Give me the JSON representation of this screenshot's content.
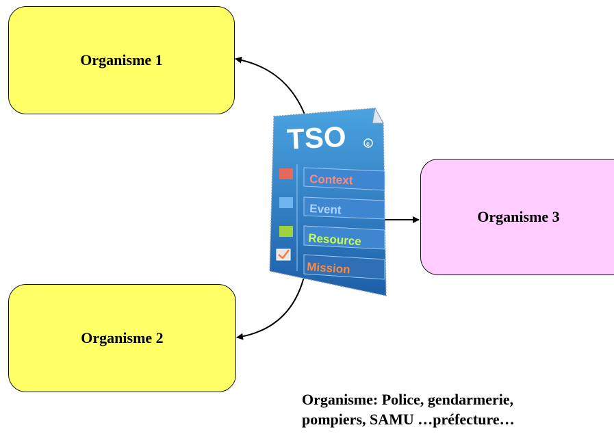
{
  "organisms": [
    {
      "label": "Organisme 1",
      "color": "#FFFF66"
    },
    {
      "label": "Organisme 2",
      "color": "#FFFF66"
    },
    {
      "label": "Organisme 3",
      "color": "#FFCCFF"
    }
  ],
  "tso_document": {
    "title": "TSO",
    "mark": "c",
    "rows": [
      {
        "label": "Context",
        "color": "#ff8a7a"
      },
      {
        "label": "Event",
        "color": "#a9d4ff"
      },
      {
        "label": "Resource",
        "color": "#c8ff4a"
      },
      {
        "label": "Mission",
        "color": "#ff8a3a"
      }
    ]
  },
  "note": {
    "line1": "Organisme: Police, gendarmerie,",
    "line2": "pompiers, SAMU …préfecture…"
  }
}
